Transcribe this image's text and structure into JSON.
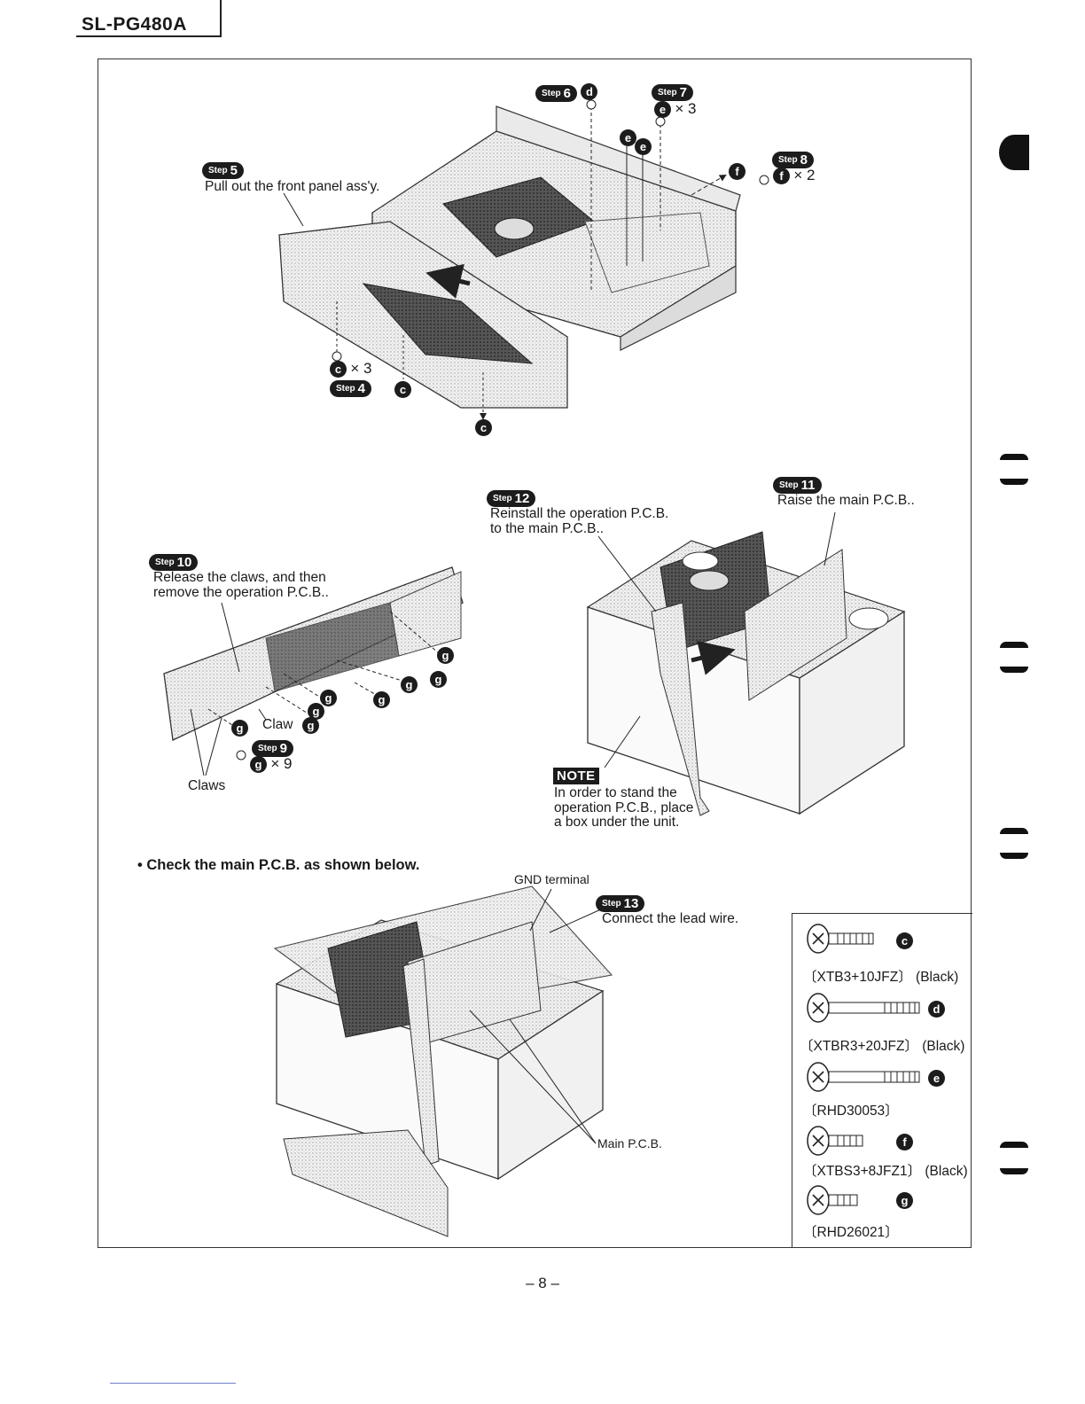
{
  "header": {
    "model": "SL-PG480A"
  },
  "step_word": "Step",
  "labels": {
    "step5_text": "Pull out the front panel ass'y.",
    "step6_num": "6",
    "step6_screw": "d",
    "step7_num": "7",
    "step7_screw": "e",
    "step7_qty": "× 3",
    "step8_num": "8",
    "step8_screw": "f",
    "step8_qty": "× 2",
    "step4_num": "4",
    "step4_screw": "c",
    "step4_qty": "× 3",
    "screw_c": "c",
    "screw_d": "d",
    "screw_e": "e",
    "screw_f": "f",
    "screw_g": "g",
    "step12_num": "12",
    "step12_text_1": "Reinstall the operation P.C.B.",
    "step12_text_2": "to the main P.C.B..",
    "step11_num": "11",
    "step11_text": "Raise the main P.C.B..",
    "step10_num": "10",
    "step10_text_1": "Release the claws, and then",
    "step10_text_2": "remove the operation P.C.B..",
    "claw": "Claw",
    "claws": "Claws",
    "step9_num": "9",
    "step9_screw": "g",
    "step9_qty": "× 9",
    "note_tag": "NOTE",
    "note_1": "In order to stand the",
    "note_2": "operation P.C.B., place",
    "note_3": "a box under the unit.",
    "check_heading": "• Check the main P.C.B. as shown below.",
    "gnd_terminal": "GND terminal",
    "step13_num": "13",
    "step13_text": "Connect the lead wire.",
    "main_pcb": "Main P.C.B."
  },
  "legend": [
    {
      "letter": "c",
      "part": "〔XTB3+10JFZ〕 (Black)"
    },
    {
      "letter": "d",
      "part": "〔XTBR3+20JFZ〕 (Black)"
    },
    {
      "letter": "e",
      "part": "〔RHD30053〕"
    },
    {
      "letter": "f",
      "part": "〔XTBS3+8JFZ1〕 (Black)"
    },
    {
      "letter": "g",
      "part": "〔RHD26021〕"
    }
  ],
  "footer": {
    "page": "– 8 –"
  }
}
